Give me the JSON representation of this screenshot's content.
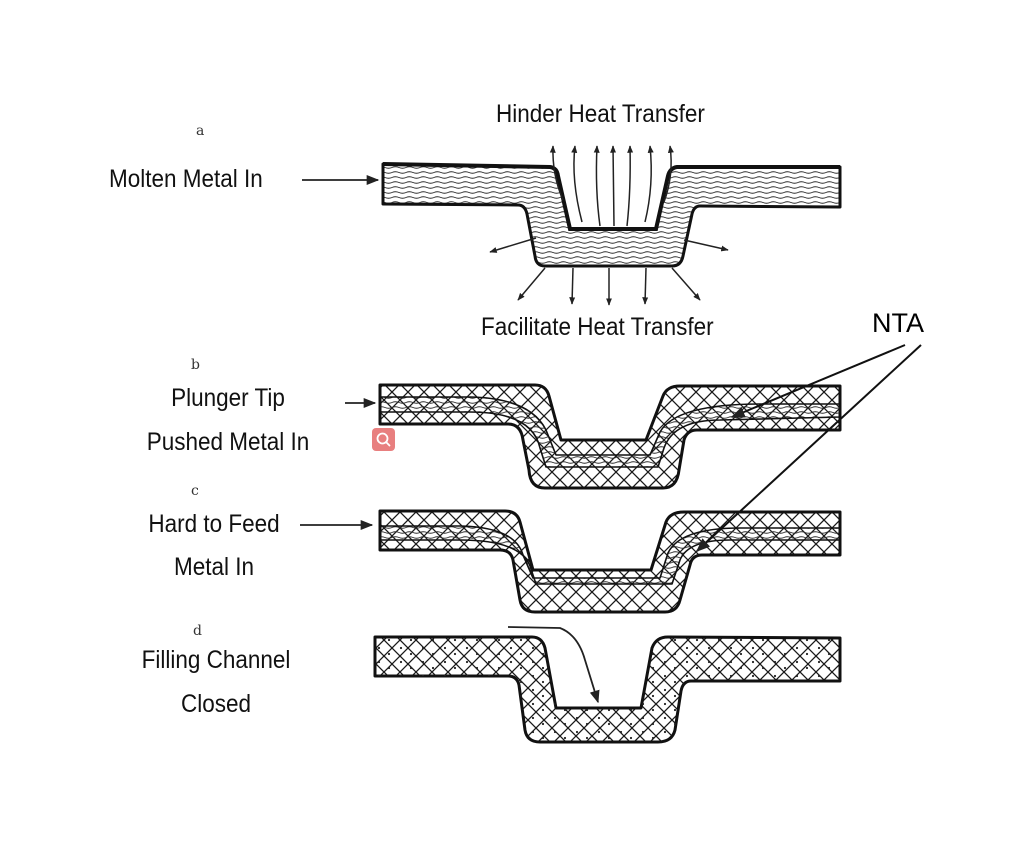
{
  "panels": {
    "a": {
      "letter": "a",
      "label": "Molten Metal In",
      "top_text": "Hinder Heat Transfer",
      "bottom_text": "Facilitate Heat Transfer"
    },
    "b": {
      "letter": "b",
      "label_line1": "Plunger Tip",
      "label_line2": "Pushed Metal In"
    },
    "c": {
      "letter": "c",
      "label_line1": "Hard to Feed",
      "label_line2": "Metal In"
    },
    "d": {
      "letter": "d",
      "label_line1": "Filling Channel",
      "label_line2": "Closed"
    }
  },
  "callout": {
    "label": "NTA"
  },
  "overlay": {
    "icon": "zoom-search-icon",
    "color": "#e87f7f"
  }
}
